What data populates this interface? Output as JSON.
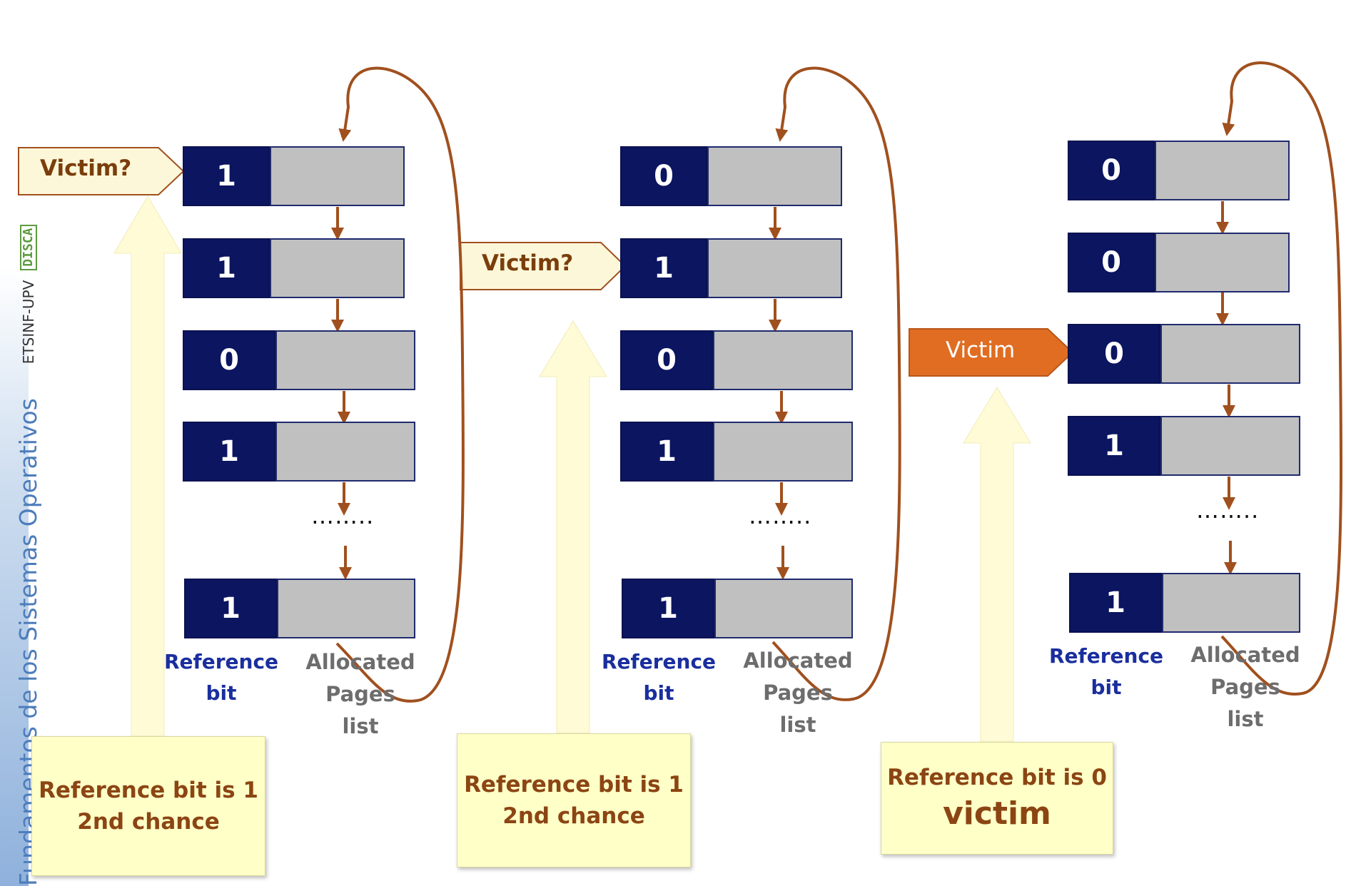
{
  "side": {
    "title": "Fundamentos de los Sistemas Operativos",
    "org": "ETSINF-UPV",
    "logo": "DISCA"
  },
  "colors": {
    "bit_fill": "#0b1560",
    "page_fill": "#c0c0c0",
    "arrow": "#a0501e",
    "note_fill": "#ffffc8",
    "pointer_fill": "#fffbd6",
    "victim_fill": "#e06d22",
    "note_text": "#8b4513",
    "ref_label": "#1a2e9e",
    "list_label": "#6d6d6d"
  },
  "panels": [
    {
      "bits": [
        "1",
        "1",
        "0",
        "1",
        "1"
      ],
      "dots": "……..",
      "ref_label": [
        "Reference",
        "bit"
      ],
      "list_label": [
        "Allocated",
        "Pages",
        "list"
      ],
      "pointer": "Victim?",
      "note": [
        "Reference bit is 1",
        "2nd chance"
      ]
    },
    {
      "bits": [
        "0",
        "1",
        "0",
        "1",
        "1"
      ],
      "dots": "……..",
      "ref_label": [
        "Reference",
        "bit"
      ],
      "list_label": [
        "Allocated",
        "Pages",
        "list"
      ],
      "pointer": "Victim?",
      "note": [
        "Reference bit is 1",
        "2nd chance"
      ]
    },
    {
      "bits": [
        "0",
        "0",
        "0",
        "1",
        "1"
      ],
      "dots": "……..",
      "ref_label": [
        "Reference",
        "bit"
      ],
      "list_label": [
        "Allocated",
        "Pages",
        "list"
      ],
      "pointer": "Victim",
      "note": [
        "Reference bit is 0",
        "victim"
      ]
    }
  ]
}
